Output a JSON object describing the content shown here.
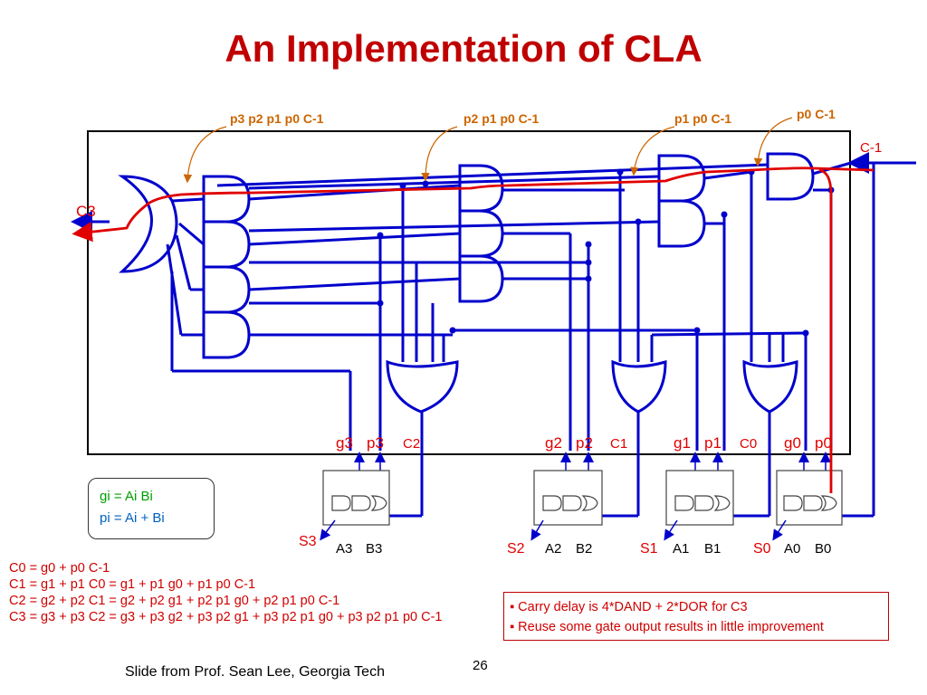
{
  "title": "An Implementation of CLA",
  "annotations": {
    "a1": [
      "p",
      "3",
      " p",
      "2",
      " p",
      "1",
      " p",
      "0",
      " C",
      "-1"
    ],
    "a1_text": "p3 p2 p1 p0 C-1",
    "a2_text": "p2 p1 p0 C-1",
    "a3_text": "p1 p0 C-1",
    "a4_text": "p0 C-1"
  },
  "labels": {
    "c_in": "C-1",
    "c3": "C3",
    "g3": "g3",
    "p3": "p3",
    "c2": "C2",
    "g2": "g2",
    "p2": "p2",
    "c1": "C1",
    "g1": "g1",
    "p1": "p1",
    "c0": "C0",
    "g0": "g0",
    "p0": "p0",
    "s3": "S3",
    "a3": "A3",
    "b3": "B3",
    "s2": "S2",
    "a2": "A2",
    "b2": "B2",
    "s1": "S1",
    "a1": "A1",
    "b1": "B1",
    "s0": "S0",
    "a0": "A0",
    "b0": "B0"
  },
  "definitions": {
    "gi": "gi = Ai Bi",
    "pi": "pi = Ai + Bi"
  },
  "equations": {
    "c0": "C0 = g0 + p0 C-1",
    "c1": "C1 = g1 + p1 C0 = g1 + p1 g0 + p1 p0 C-1",
    "c2": "C2 = g2 + p2 C1 = g2 + p2 g1 + p2 p1 g0 + p2 p1 p0 C-1",
    "c3": "C3 = g3 + p3 C2 = g3 + p3 g2 + p3 p2 g1 + p3 p2 p1 g0 + p3 p2 p1 p0 C-1"
  },
  "notes": [
    "Carry delay is 4*DAND + 2*DOR for C3",
    "Reuse some gate output results in little improvement"
  ],
  "credit": "Slide from Prof. Sean Lee, Georgia Tech",
  "page_number": "26",
  "colors": {
    "title": "#c00000",
    "wire": "#0000cc",
    "critical_path": "#e00000",
    "annotation": "#cc6600"
  }
}
